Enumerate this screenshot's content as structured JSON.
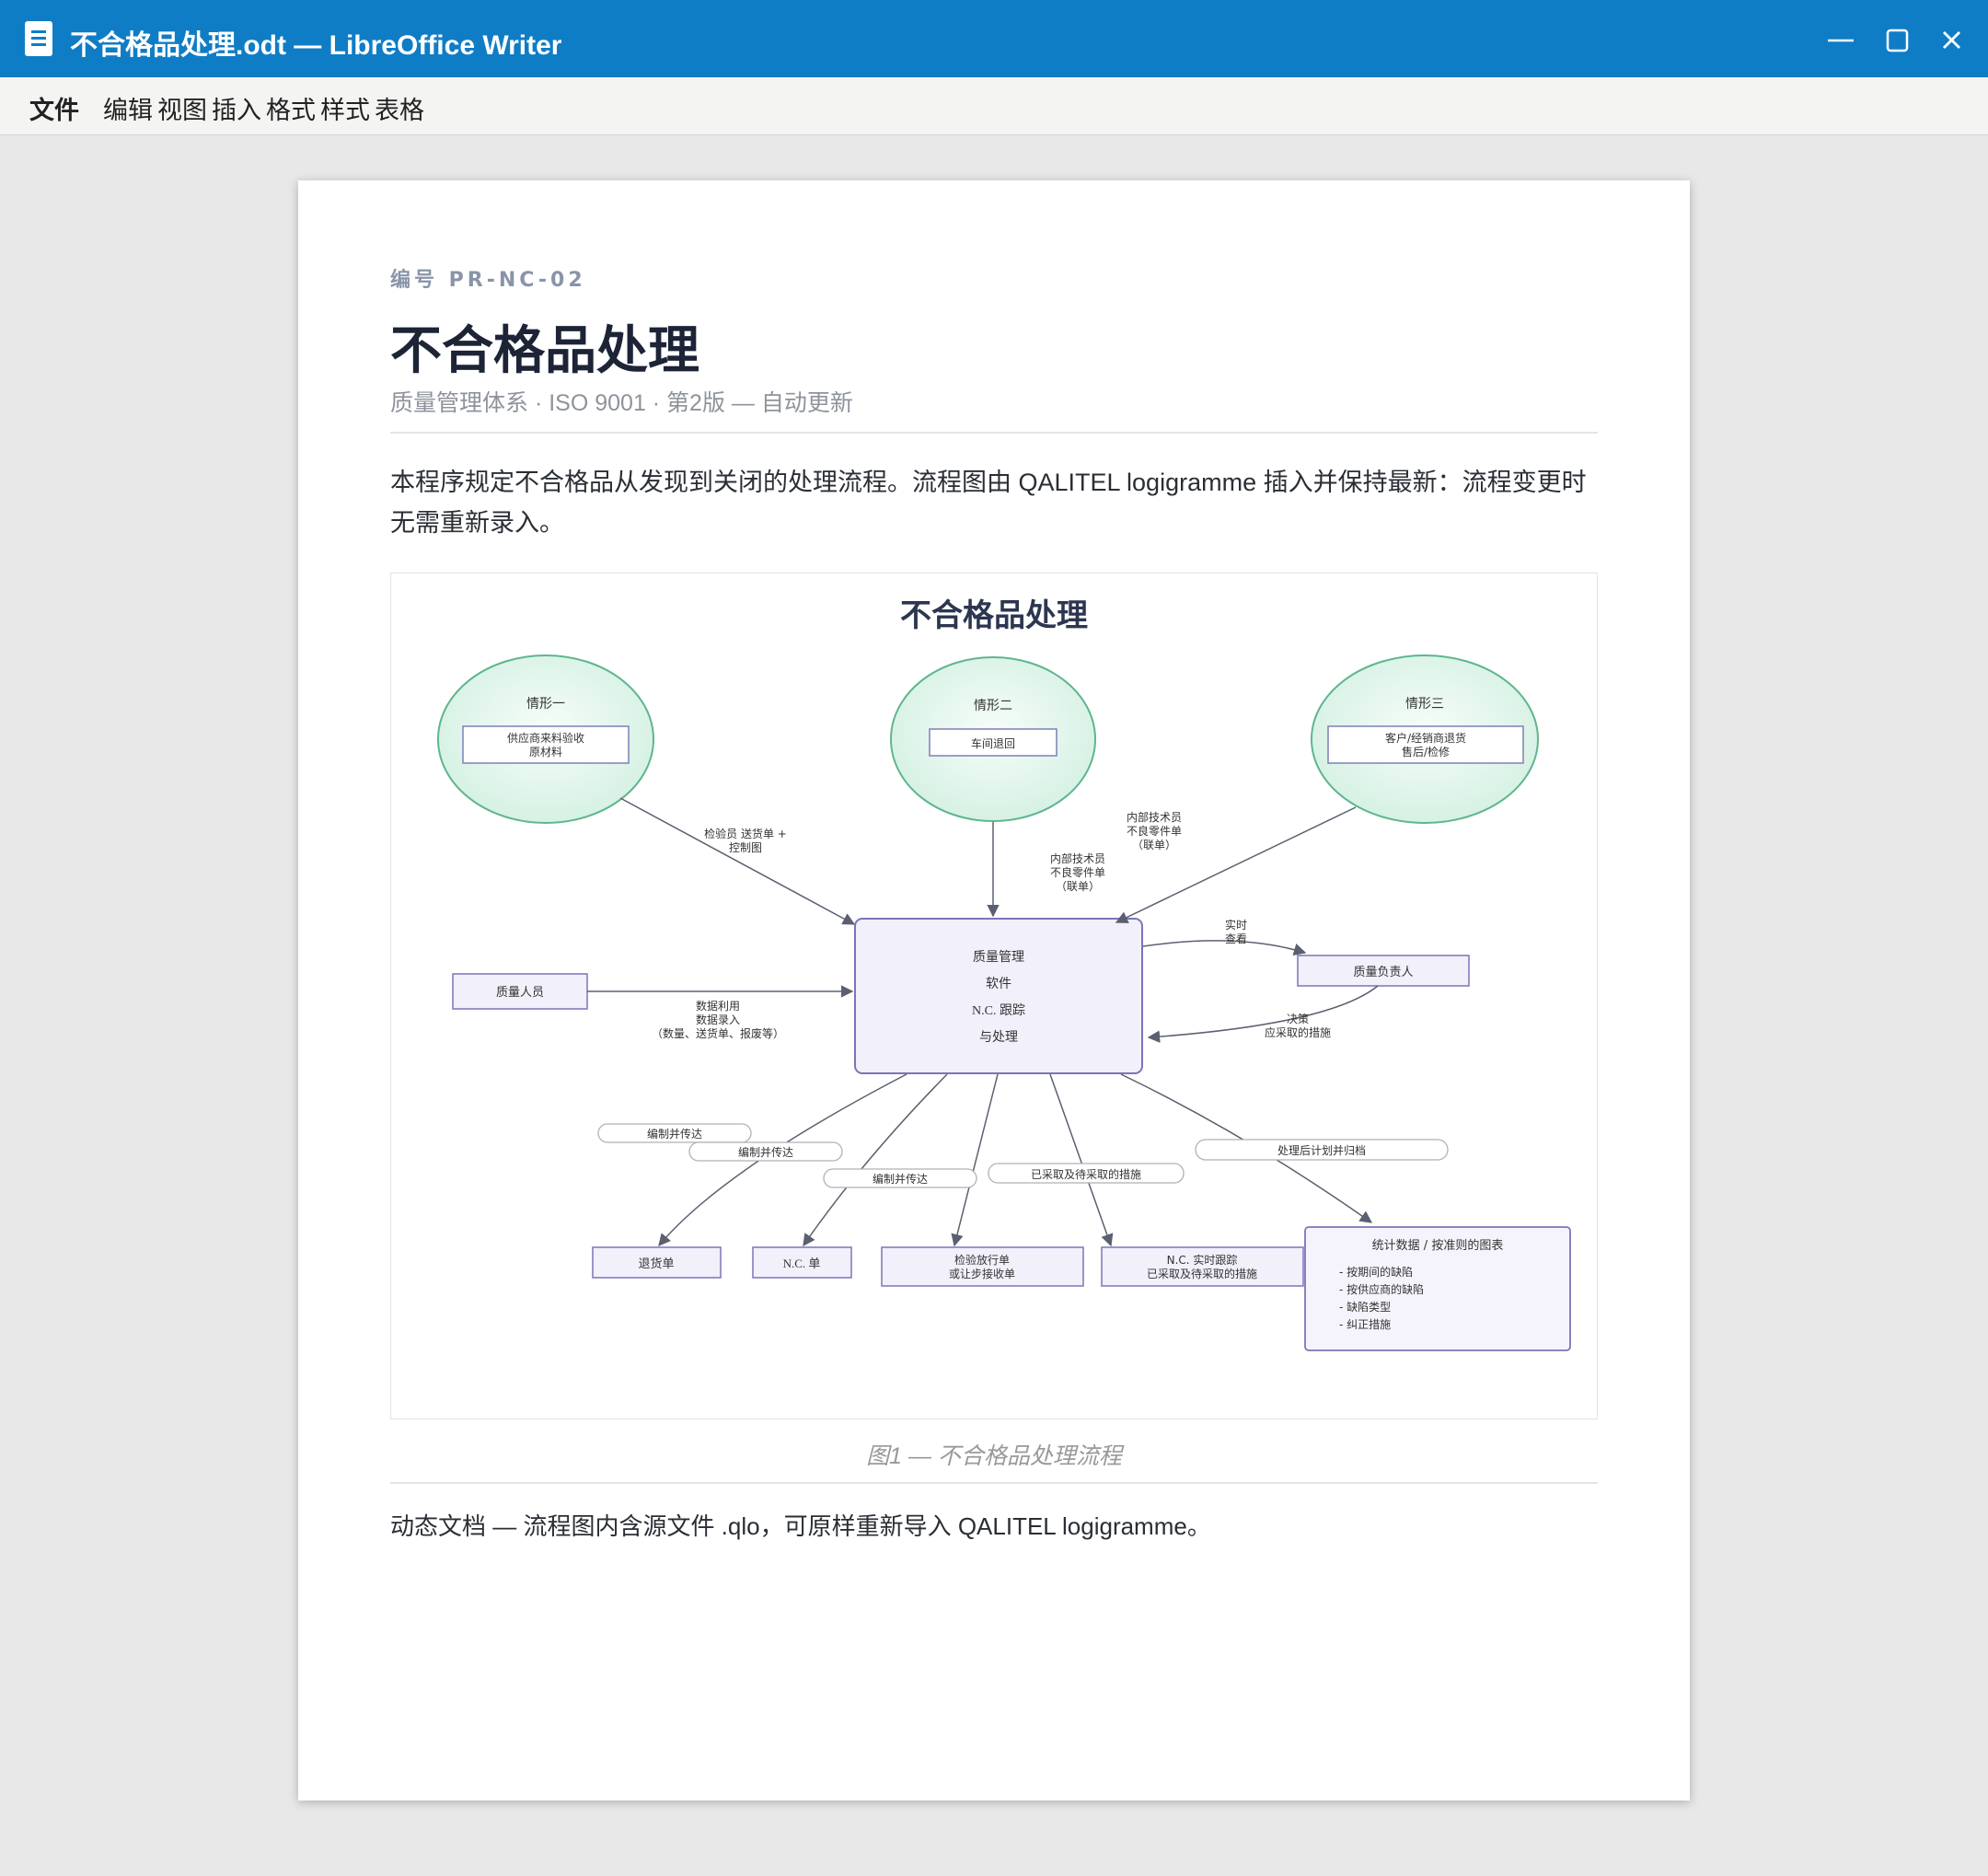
{
  "window": {
    "title": "不合格品处理.odt — LibreOffice Writer",
    "icon": "document-icon",
    "controls": {
      "minimize": "—",
      "maximize": "▢",
      "close": "✕"
    }
  },
  "menu": {
    "items": [
      "文件",
      "编辑",
      "视图",
      "插入",
      "格式",
      "样式",
      "表格"
    ]
  },
  "document": {
    "doc_number": "编号 PR-NC-02",
    "title": "不合格品处理",
    "meta": "质量管理体系 · ISO 9001 · 第2版 — 自动更新",
    "intro_line1": "本程序规定不合格品从发现到关闭的处理流程。流程图由 QALITEL logigramme 插入并保持最新：流程变更时",
    "intro_line2": "无需重新录入。",
    "caption": "图1 — 不合格品处理流程",
    "footer": "动态文档 — 流程图内含源文件 .qlo，可原样重新导入 QALITEL logigramme。"
  },
  "diagram": {
    "title": "不合格品处理",
    "case1": {
      "label": "情形一",
      "box1": "供应商来料验收",
      "box2": "原材料"
    },
    "case2": {
      "label": "情形二",
      "box": "车间退回"
    },
    "case3": {
      "label": "情形三",
      "box1": "客户/经销商退货",
      "box2": "售后/检修"
    },
    "central": {
      "l1": "质量管理",
      "l2": "软件",
      "l3": "N.C. 跟踪",
      "l4": "与处理"
    },
    "quality_staff": "质量人员",
    "quality_manager": "质量负责人",
    "edge_inspector": {
      "l1": "检验员 送货单 +",
      "l2": "控制图"
    },
    "edge_tech_a": {
      "l1": "内部技术员",
      "l2": "不良零件单",
      "l3": "（联单）"
    },
    "edge_tech_b": {
      "l1": "内部技术员",
      "l2": "不良零件单",
      "l3": "（联单）"
    },
    "edge_data": {
      "l1": "数据利用",
      "l2": "数据录入",
      "l3": "（数量、送货单、报废等）"
    },
    "edge_realtime": {
      "l1": "实时",
      "l2": "查看"
    },
    "edge_decision": {
      "l1": "决策",
      "l2": "应采取的措施"
    },
    "pill_1": "编制并传达",
    "pill_2": "编制并传达",
    "pill_3": "编制并传达",
    "pill_4": "已采取及待采取的措施",
    "pill_5": "处理后计划并归档",
    "out_return": "退货单",
    "out_nc": "N.C. 单",
    "out_release": {
      "l1": "检验放行单",
      "l2": "或让步接收单"
    },
    "out_tracking": {
      "l1": "N.C. 实时跟踪",
      "l2": "已采取及待采取的措施"
    },
    "stats": {
      "title": "统计数据 / 按准则的图表",
      "i1": "- 按期间的缺陷",
      "i2": "- 按供应商的缺陷",
      "i3": "- 缺陷类型",
      "i4": "- 纠正措施"
    }
  }
}
